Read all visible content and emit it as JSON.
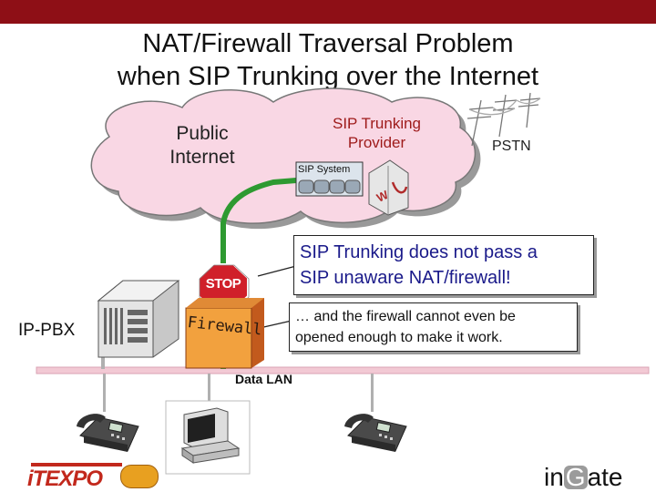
{
  "slide": {
    "title_line1": "NAT/Firewall Traversal Problem",
    "title_line2": "when SIP Trunking over the Internet",
    "accent_color": "#8e0f16"
  },
  "cloud": {
    "label_line1": "Public",
    "label_line2": "Internet"
  },
  "provider": {
    "label_line1": "SIP Trunking",
    "label_line2": "Provider",
    "system_label": "SIP System"
  },
  "pstn": {
    "label": "PSTN"
  },
  "stop_sign": {
    "text": "STOP"
  },
  "firewall": {
    "label": "Firewall"
  },
  "pbx": {
    "label": "IP-PBX"
  },
  "lan": {
    "label": "Data LAN"
  },
  "callout_main": {
    "line1": "SIP Trunking does not pass a",
    "line2": "SIP unaware NAT/firewall!"
  },
  "callout_sub": {
    "line1": "… and the firewall cannot even be",
    "line2": "opened enough to make it work."
  },
  "logos": {
    "left": "iTEXPO",
    "right_prefix": "in",
    "right_g": "G",
    "right_suffix": "ate"
  }
}
